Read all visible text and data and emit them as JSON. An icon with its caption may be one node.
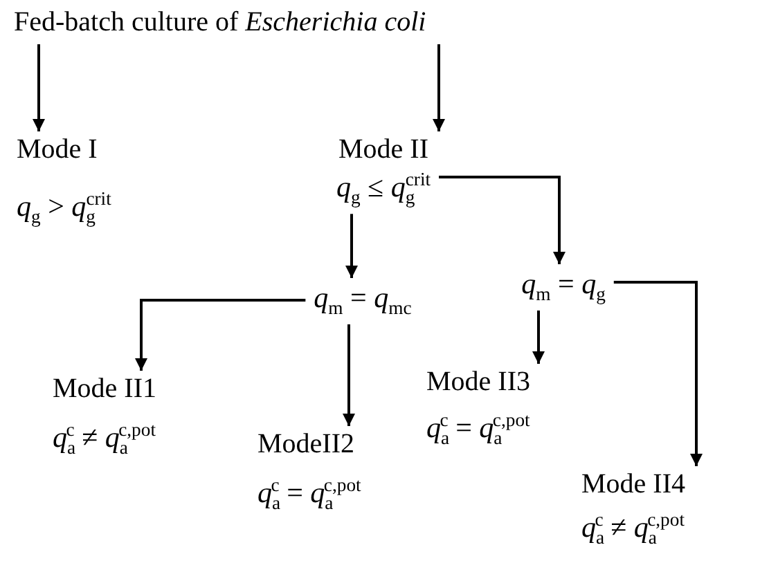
{
  "diagram": {
    "nodes": [
      {
        "text": [
          "Fed-batch culture of *Escherichia coli*"
        ]
      },
      {
        "text": [
          "Mode I",
          "*q*$_{g}$ > *q*$_{g}$$^{crit}$"
        ]
      },
      {
        "text": [
          "Mode II",
          "*q*$_{g}$ ≤ *q*$_{g}$$^{crit}$"
        ]
      },
      {
        "text": [
          "*q*$_{m}$ = *q*$_{mc}$"
        ]
      },
      {
        "text": [
          "*q*$_{m}$ = *q*$_{g}$"
        ]
      },
      {
        "text": [
          "Mode II1",
          "*q*$_{a}$$^{c}$ ≠ *q*$_{a}$$^{c,pot}$"
        ]
      },
      {
        "text": [
          "ModeII2",
          "*q*$_{a}$$^{c}$ = *q*$_{a}$$^{c,pot}$"
        ]
      },
      {
        "text": [
          "Mode II3",
          "*q*$_{a}$$^{c}$ = *q*$_{a}$$^{c,pot}$"
        ]
      },
      {
        "text": [
          "Mode II4",
          "*q*$_{a}$$^{c}$ ≠ *q*$_{a}$$^{c,pot}$"
        ]
      }
    ],
    "edges": [
      {
        "from": 0,
        "to": 1,
        "arrow": "to"
      },
      {
        "from": 0,
        "to": 2,
        "arrow": "to"
      },
      {
        "from": 2,
        "to": 3,
        "arrow": "to"
      },
      {
        "from": 2,
        "to": 4,
        "arrow": "to"
      },
      {
        "from": 3,
        "to": 5,
        "arrow": "to"
      },
      {
        "from": 3,
        "to": 6,
        "arrow": "to"
      },
      {
        "from": 4,
        "to": 7,
        "arrow": "to"
      },
      {
        "from": 4,
        "to": 8,
        "arrow": "to"
      }
    ]
  }
}
